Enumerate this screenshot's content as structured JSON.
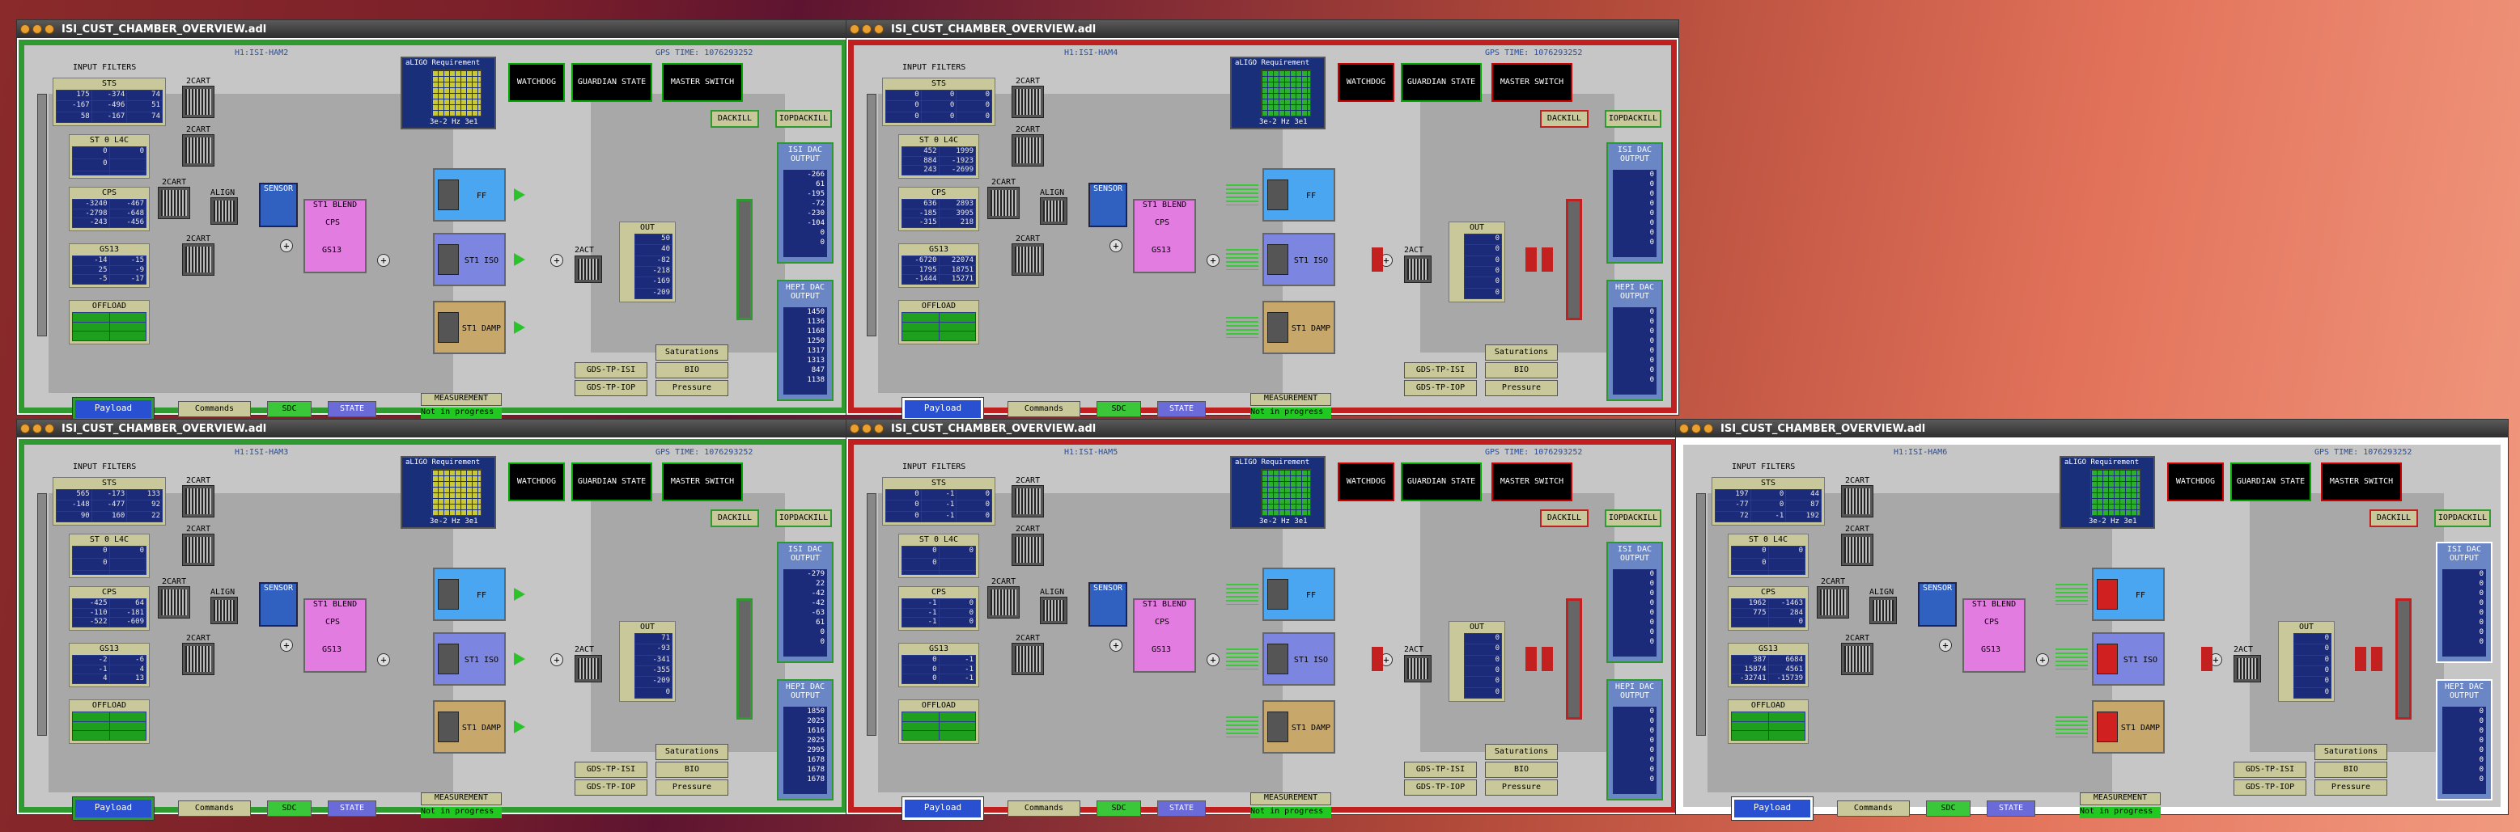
{
  "windows": [
    {
      "title": "ISI_CUST_CHAMBER_OVERVIEW.adl",
      "chamber": "H1:ISI-HAM2",
      "gps": "GPS TIME: 1076293252",
      "state": "green",
      "sts": [
        [
          "175",
          "-374",
          "74"
        ],
        [
          "-167",
          "-496",
          "51"
        ],
        [
          "58",
          "-167",
          "74"
        ]
      ],
      "st0l4c": [
        "0",
        "0",
        "0"
      ],
      "cps": [
        [
          "-3240",
          "-467"
        ],
        [
          "-2798",
          "-648"
        ],
        [
          "-243",
          "-456"
        ]
      ],
      "gs13": [
        [
          "-14",
          "-15"
        ],
        [
          "25",
          "-9"
        ],
        [
          "-5",
          "-17"
        ]
      ],
      "out": [
        "50",
        "40",
        "-82",
        "-218",
        "-169",
        "-209"
      ],
      "isi": [
        "-266",
        "61",
        "-195",
        "-72",
        "-230",
        "-104",
        "0",
        "0"
      ],
      "hepi": [
        "1450",
        "1136",
        "1168",
        "1250",
        "1317",
        "1313",
        "847",
        "1138"
      ]
    },
    {
      "title": "ISI_CUST_CHAMBER_OVERVIEW.adl",
      "chamber": "H1:ISI-HAM4",
      "gps": "GPS TIME: 1076293252",
      "state": "red",
      "sts": [
        [
          "0",
          "0",
          "0"
        ],
        [
          "0",
          "0",
          "0"
        ],
        [
          "0",
          "0",
          "0"
        ]
      ],
      "st0l4c": [
        "452",
        "1999",
        "884",
        "-1923",
        "243",
        "-2699"
      ],
      "cps": [
        [
          "636",
          "2893"
        ],
        [
          "-185",
          "3995"
        ],
        [
          "-315",
          "218"
        ]
      ],
      "gs13": [
        [
          "-6720",
          "22074"
        ],
        [
          "1795",
          "18751"
        ],
        [
          "-1444",
          "15271"
        ]
      ],
      "out": [
        "0",
        "0",
        "0",
        "0",
        "0",
        "0"
      ],
      "isi": [
        "0",
        "0",
        "0",
        "0",
        "0",
        "0",
        "0",
        "0"
      ],
      "hepi": [
        "0",
        "0",
        "0",
        "0",
        "0",
        "0",
        "0",
        "0"
      ]
    },
    {
      "title": "ISI_CUST_CHAMBER_OVERVIEW.adl",
      "chamber": "H1:ISI-HAM3",
      "gps": "GPS TIME: 1076293252",
      "state": "green",
      "sts": [
        [
          "565",
          "-173",
          "133"
        ],
        [
          "-148",
          "-477",
          "92"
        ],
        [
          "90",
          "160",
          "22"
        ]
      ],
      "st0l4c": [
        "0",
        "0",
        "0"
      ],
      "cps": [
        [
          "-425",
          "64"
        ],
        [
          "-110",
          "-181"
        ],
        [
          "-522",
          "-609"
        ]
      ],
      "gs13": [
        [
          "-2",
          "-6"
        ],
        [
          "-1",
          "4"
        ],
        [
          "4",
          "13"
        ]
      ],
      "out": [
        "71",
        "-93",
        "-341",
        "-355",
        "-209",
        "0"
      ],
      "isi": [
        "-279",
        "22",
        "-42",
        "-42",
        "-63",
        "61",
        "0",
        "0"
      ],
      "hepi": [
        "1850",
        "2025",
        "1616",
        "2025",
        "2995",
        "1678",
        "1678",
        "1678"
      ]
    },
    {
      "title": "ISI_CUST_CHAMBER_OVERVIEW.adl",
      "chamber": "H1:ISI-HAM5",
      "gps": "GPS TIME: 1076293252",
      "state": "red",
      "sts": [
        [
          "0",
          "-1",
          "0"
        ],
        [
          "0",
          "-1",
          "0"
        ],
        [
          "0",
          "-1",
          "0"
        ]
      ],
      "st0l4c": [
        "0",
        "0",
        "0"
      ],
      "cps": [
        [
          "-1",
          "0"
        ],
        [
          "-1",
          "0"
        ],
        [
          "-1",
          "0"
        ]
      ],
      "gs13": [
        [
          "0",
          "-1"
        ],
        [
          "0",
          "-1"
        ],
        [
          "0",
          "-1"
        ]
      ],
      "out": [
        "0",
        "0",
        "0",
        "0",
        "0",
        "0"
      ],
      "isi": [
        "0",
        "0",
        "0",
        "0",
        "0",
        "0",
        "0",
        "0"
      ],
      "hepi": [
        "0",
        "0",
        "0",
        "0",
        "0",
        "0",
        "0",
        "0"
      ]
    },
    {
      "title": "ISI_CUST_CHAMBER_OVERVIEW.adl",
      "chamber": "H1:ISI-HAM6",
      "gps": "GPS TIME: 1076293252",
      "state": "white",
      "sts": [
        [
          "197",
          "0",
          "44"
        ],
        [
          "-77",
          "0",
          "87"
        ],
        [
          "72",
          "-1",
          "192"
        ]
      ],
      "st0l4c": [
        "0",
        "0",
        "0"
      ],
      "cps": [
        [
          "1962",
          "-1463"
        ],
        [
          "775",
          "284"
        ],
        [
          "",
          "0"
        ]
      ],
      "gs13": [
        [
          "387",
          "6684"
        ],
        [
          "15874",
          "4561"
        ],
        [
          "-32741",
          "-15739"
        ]
      ],
      "out": [
        "0",
        "0",
        "0",
        "0",
        "0",
        "0"
      ],
      "isi": [
        "0",
        "0",
        "0",
        "0",
        "0",
        "0",
        "0",
        "0"
      ],
      "hepi": [
        "0",
        "0",
        "0",
        "0",
        "0",
        "0",
        "0",
        "0"
      ]
    }
  ],
  "labels": {
    "input_filters": "INPUT FILTERS",
    "sts": "STS",
    "st0l4c": "ST 0 L4C",
    "cps": "CPS",
    "gs13": "GS13",
    "offload": "OFFLOAD",
    "req": "aLIGO Requirement",
    "req_axis": "3e-2 Hz 3e1",
    "watchdog": "WATCHDOG",
    "guardian": "GUARDIAN STATE",
    "master": "MASTER SWITCH",
    "dackill": "DACKILL",
    "iop": "IOPDACKILL",
    "isi_dac": "ISI DAC OUTPUT",
    "hepi_dac": "HEPI DAC OUTPUT",
    "sensor": "SENSOR",
    "blend": "ST1 BLEND",
    "ff": "FF",
    "iso": "ST1 ISO",
    "damp": "ST1 DAMP",
    "out": "OUT",
    "cart": "2CART",
    "align": "ALIGN",
    "act": "2ACT",
    "sat": "Saturations",
    "gds_isi": "GDS-TP-ISI",
    "bio": "BIO",
    "gds_iop": "GDS-TP-IOP",
    "pressure": "Pressure",
    "payload": "Payload",
    "commands": "Commands",
    "sdc": "SDC",
    "state": "STATE",
    "measurement": "MEASUREMENT",
    "not_in_progress": "Not in progress"
  },
  "colors": {
    "ok": "#2f9a2f",
    "fault": "#c02020",
    "dac": "#6a86c4",
    "blend": "#e27ce0",
    "ff": "#4aa6f0",
    "iso": "#7c86e0",
    "damp": "#c8a86a"
  }
}
